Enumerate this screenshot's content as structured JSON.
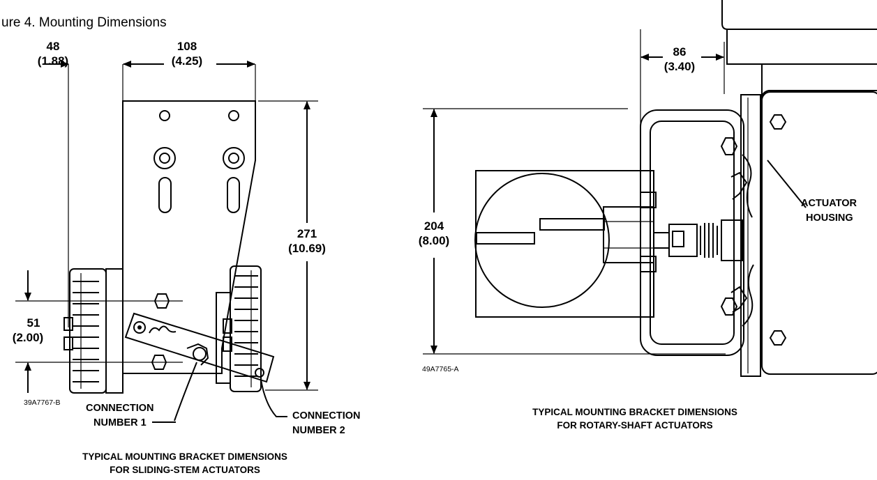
{
  "figure_title": "ure 4. Mounting Dimensions",
  "sliding_stem": {
    "dim_width_offset": "48",
    "dim_width_offset_in": "(1.88)",
    "dim_bracket_width": "108",
    "dim_bracket_width_in": "(4.25)",
    "dim_height": "271",
    "dim_height_in": "(10.69)",
    "dim_hole_spacing": "51",
    "dim_hole_spacing_in": "(2.00)",
    "drawing_code": "39A7767-B",
    "connection_1_line1": "CONNECTION",
    "connection_1_line2": "NUMBER 1",
    "connection_2_line1": "CONNECTION",
    "connection_2_line2": "NUMBER 2",
    "caption_line1": "TYPICAL MOUNTING BRACKET DIMENSIONS",
    "caption_line2": "FOR SLIDING-STEM ACTUATORS"
  },
  "rotary_shaft": {
    "dim_offset": "86",
    "dim_offset_in": "(3.40)",
    "dim_height": "204",
    "dim_height_in": "(8.00)",
    "drawing_code": "49A7765-A",
    "housing_line1": "ACTUATOR",
    "housing_line2": "HOUSING",
    "caption_line1": "TYPICAL MOUNTING BRACKET DIMENSIONS",
    "caption_line2": "FOR ROTARY-SHAFT ACTUATORS"
  }
}
